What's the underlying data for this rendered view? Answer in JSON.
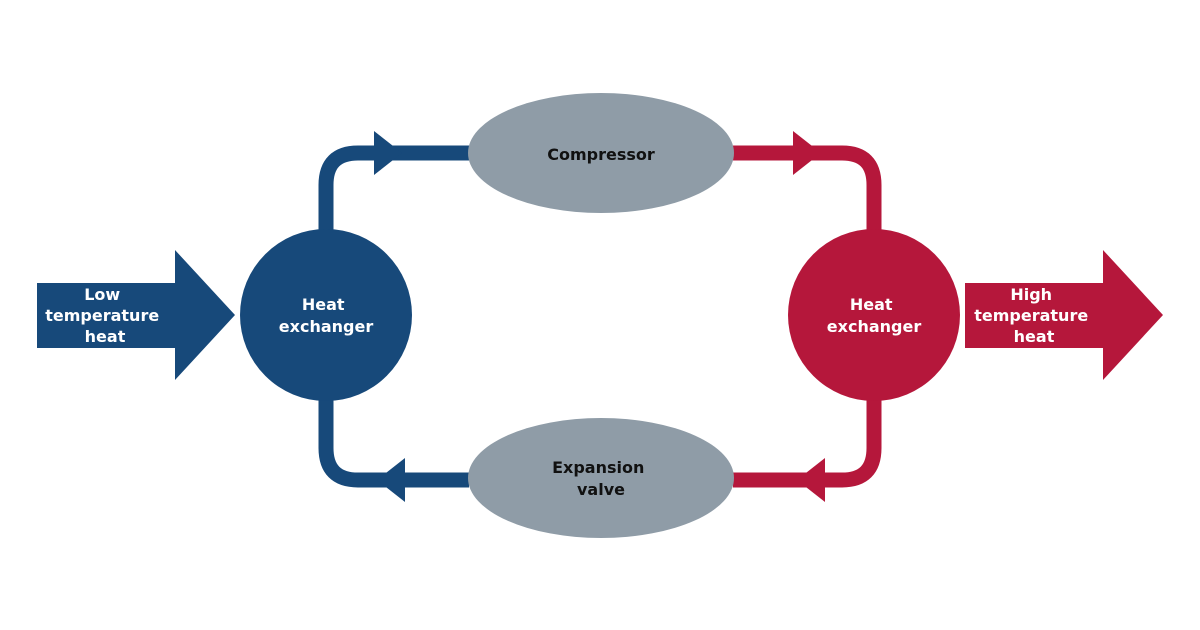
{
  "colors": {
    "cold": "#17497A",
    "hot": "#B5173B",
    "component": "#8F9CA7",
    "background": "#FFFFFF",
    "dark_text": "#111111",
    "light_text": "#FFFFFF"
  },
  "input_arrow": {
    "lines": [
      "Low",
      "temperature",
      "heat"
    ]
  },
  "output_arrow": {
    "lines": [
      "High",
      "temperature",
      "heat"
    ]
  },
  "evaporator": {
    "lines": [
      "Heat",
      "exchanger"
    ]
  },
  "condenser": {
    "lines": [
      "Heat",
      "exchanger"
    ]
  },
  "compressor": {
    "lines": [
      "Compressor"
    ]
  },
  "expansion_valve": {
    "lines": [
      "Expansion",
      "valve"
    ]
  }
}
